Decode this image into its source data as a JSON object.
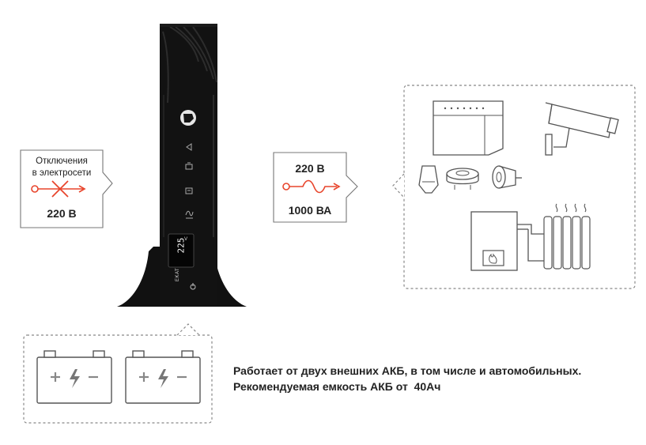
{
  "input": {
    "caption": "Отключения\nв электросети",
    "voltage": "220 В"
  },
  "output": {
    "voltage": "220 В",
    "power": "1000 ВА"
  },
  "ups": {
    "display_value": "225",
    "display_unit": "V",
    "brand": "EKAT"
  },
  "description": {
    "line1": "Работает от двух внешних АКБ, в том числе и автомобильных.",
    "line2": "Рекомендуемая емкость АКБ от  40Ач"
  },
  "colors": {
    "accent": "#e8452c",
    "device": "#111111",
    "stroke": "#555555",
    "dashed": "#888888"
  },
  "icons": {
    "loads": [
      "alarm-panel-icon",
      "security-camera-icon",
      "motion-sensor-icon",
      "smoke-detector-icon",
      "siren-icon",
      "gas-boiler-icon",
      "radiator-icon"
    ],
    "batteries": [
      "battery-icon",
      "battery-icon"
    ]
  }
}
